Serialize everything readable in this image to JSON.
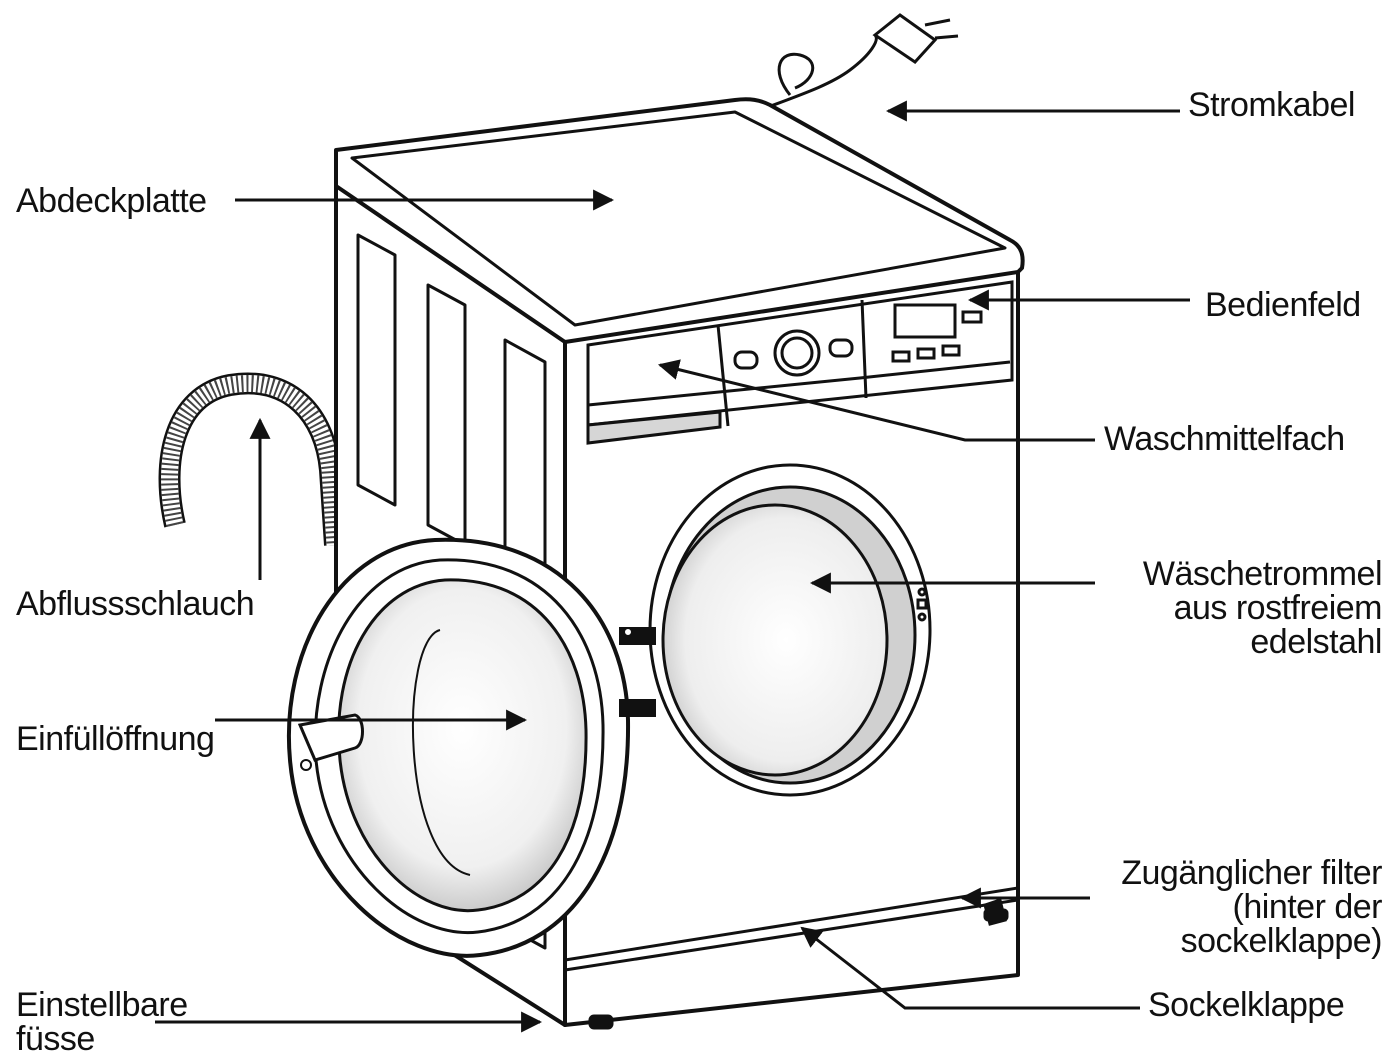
{
  "labels": {
    "stromkabel": "Stromkabel",
    "abdeckplatte": "Abdeckplatte",
    "bedienfeld": "Bedienfeld",
    "waschmittelfach": "Waschmittelfach",
    "abflussschlauch": "Abflussschlauch",
    "waeschetrommel": [
      "Wäschetrommel",
      "aus rostfreiem",
      "edelstahl"
    ],
    "einfuelloeffnung": "Einfüllöffnung",
    "filter": [
      "Zugänglicher filter",
      "(hinter der",
      "sockelklappe)"
    ],
    "einstellbare_fuesse": [
      "Einstellbare",
      "füsse"
    ],
    "sockelklappe": "Sockelklappe"
  },
  "colors": {
    "line": "#111111",
    "fill": "#ffffff",
    "shade": "#d6d6d6"
  }
}
